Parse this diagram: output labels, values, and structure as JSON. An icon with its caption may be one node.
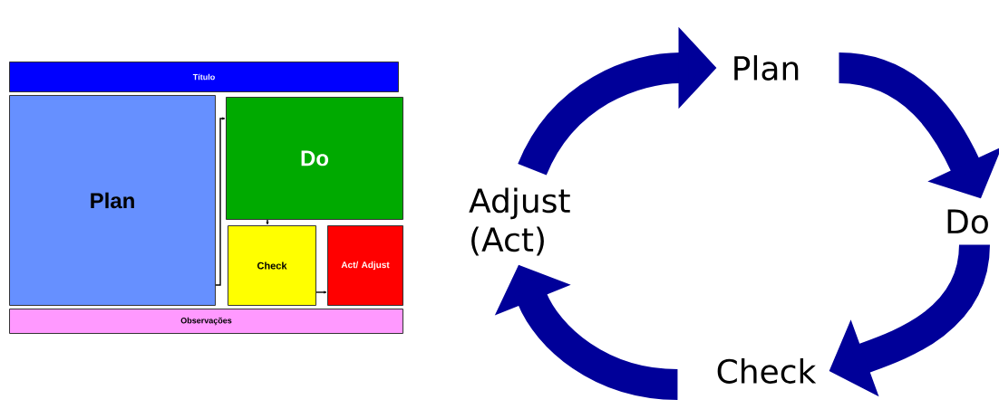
{
  "diagram": {
    "nodes": [
      {
        "text": [
          "Título"
        ]
      },
      {
        "text": [
          "Plan"
        ]
      },
      {
        "text": [
          "Do"
        ]
      },
      {
        "text": [
          "Check"
        ]
      },
      {
        "text": [
          "Act/ Adjust"
        ]
      },
      {
        "text": [
          "Observações"
        ]
      },
      {
        "text": [
          "Plan"
        ]
      },
      {
        "text": [
          "Do"
        ]
      },
      {
        "text": [
          "Check"
        ]
      },
      {
        "text": [
          "Adjust (Act)"
        ]
      }
    ],
    "edges": [
      {
        "from": 1,
        "to": 2,
        "arrow": "to",
        "color": "#000000"
      },
      {
        "from": 2,
        "to": 3,
        "arrow": "to",
        "color": "#000000"
      },
      {
        "from": 3,
        "to": 4,
        "arrow": "to",
        "color": "#000000"
      },
      {
        "from": 9,
        "to": 6,
        "arrow": "to"
      },
      {
        "from": 6,
        "to": 7,
        "arrow": "to"
      },
      {
        "from": 7,
        "to": 8,
        "arrow": "to"
      },
      {
        "from": 8,
        "to": 9,
        "arrow": "to"
      }
    ]
  }
}
